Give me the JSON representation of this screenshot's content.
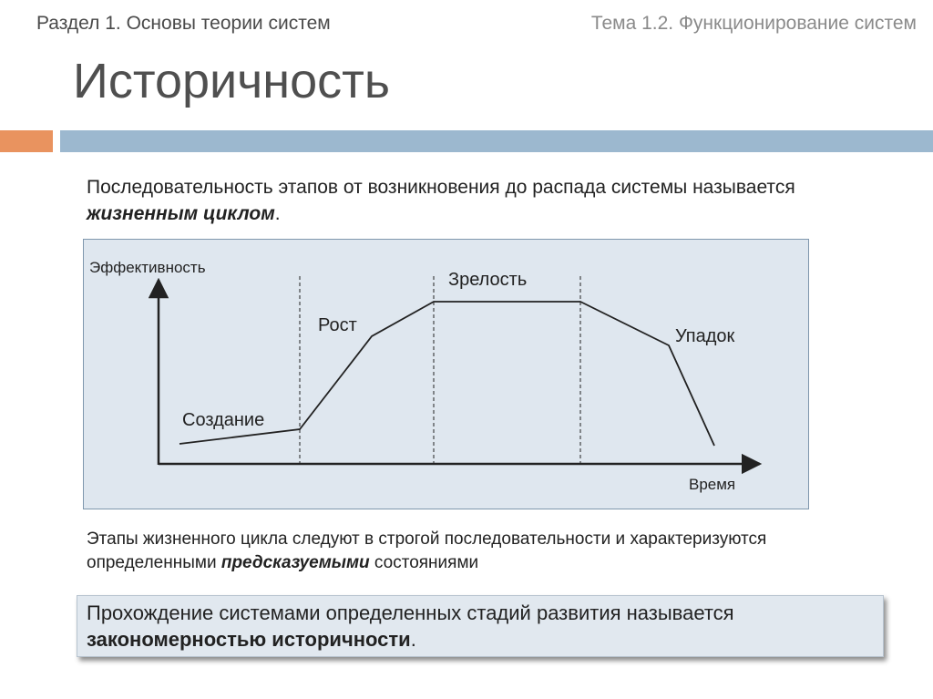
{
  "header": {
    "section": "Раздел 1. Основы теории систем",
    "topic": "Тема 1.2. Функционирование  систем"
  },
  "title": "Историчность",
  "intro": {
    "text": "Последовательность этапов от возникновения до распада системы называется ",
    "emphasis": "жизненным циклом",
    "end": "."
  },
  "diagram": {
    "y_axis_label": "Эффективность",
    "x_axis_label": "Время",
    "stages": [
      {
        "label": "Создание"
      },
      {
        "label": "Рост"
      },
      {
        "label": "Зрелость"
      },
      {
        "label": "Упадок"
      }
    ],
    "colors": {
      "background": "#dfe7ef",
      "border": "#7f97ad",
      "line": "#222222"
    }
  },
  "caption": {
    "text": "Этапы жизненного цикла следуют в строгой последовательности и характеризуются определенными ",
    "emphasis": "предсказуемыми",
    "end": " состояниями"
  },
  "note": {
    "text": "Прохождение системами определенных стадий развития называется ",
    "emphasis": "закономерностью историчности",
    "end": "."
  },
  "colors": {
    "accent_orange": "#e9935f",
    "accent_blue": "#9cb8cf"
  }
}
